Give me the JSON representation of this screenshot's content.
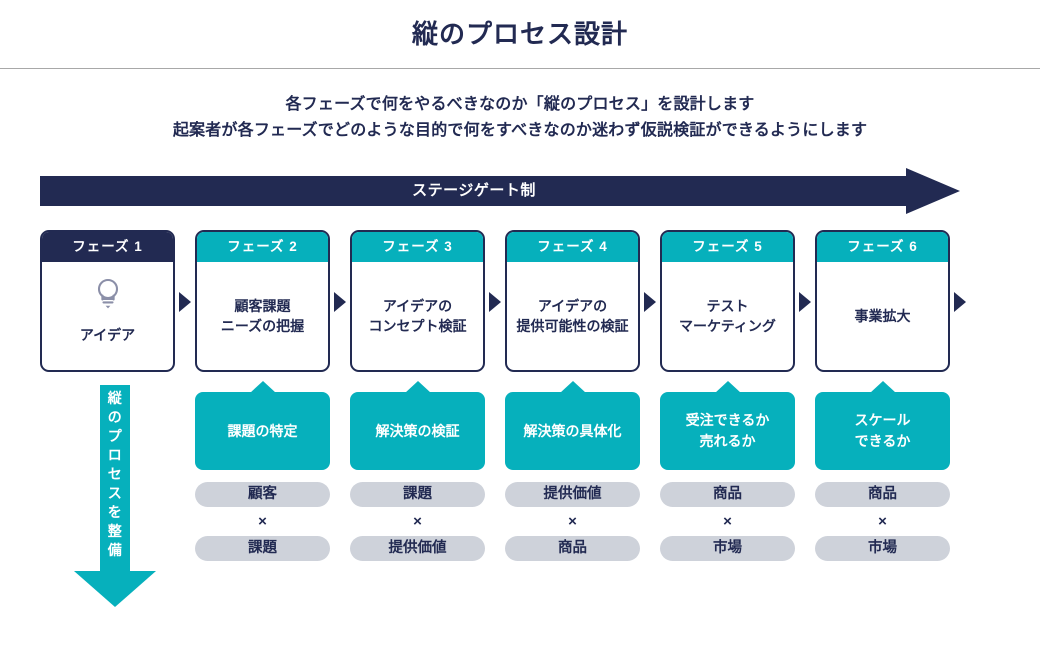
{
  "header": {
    "title": "縦のプロセス設計",
    "subtitle_lines": [
      "各フェーズで何をやるべきなのか「縦のプロセス」を設計します",
      "起案者が各フェーズでどのような目的で何をすべきなのか迷わず仮説検証ができるようにします"
    ]
  },
  "stage_gate": {
    "label": "ステージゲート制"
  },
  "vertical_arrow": {
    "label": "縦のプロセスを整備"
  },
  "colors": {
    "navy": "#222a52",
    "teal": "#06b0bc",
    "pill_gray": "#ced2da",
    "rule_gray": "#a8a8a8",
    "bulb_gray": "#8b8fa8"
  },
  "times_symbol": "×",
  "phases": [
    {
      "header": "フェーズ 1",
      "header_color": "#222a52",
      "icon": "lightbulb-icon",
      "body_lines": [
        "アイデア"
      ],
      "callout_lines": [],
      "pill_top": "",
      "pill_bottom": ""
    },
    {
      "header": "フェーズ 2",
      "header_color": "#06b0bc",
      "icon": "",
      "body_lines": [
        "顧客課題",
        "ニーズの把握"
      ],
      "callout_lines": [
        "課題の特定"
      ],
      "pill_top": "顧客",
      "pill_bottom": "課題"
    },
    {
      "header": "フェーズ 3",
      "header_color": "#06b0bc",
      "icon": "",
      "body_lines": [
        "アイデアの",
        "コンセプト検証"
      ],
      "callout_lines": [
        "解決策の検証"
      ],
      "pill_top": "課題",
      "pill_bottom": "提供価値"
    },
    {
      "header": "フェーズ 4",
      "header_color": "#06b0bc",
      "icon": "",
      "body_lines": [
        "アイデアの",
        "提供可能性の検証"
      ],
      "callout_lines": [
        "解決策の具体化"
      ],
      "pill_top": "提供価値",
      "pill_bottom": "商品"
    },
    {
      "header": "フェーズ 5",
      "header_color": "#06b0bc",
      "icon": "",
      "body_lines": [
        "テスト",
        "マーケティング"
      ],
      "callout_lines": [
        "受注できるか",
        "売れるか"
      ],
      "pill_top": "商品",
      "pill_bottom": "市場"
    },
    {
      "header": "フェーズ 6",
      "header_color": "#06b0bc",
      "icon": "",
      "body_lines": [
        "事業拡大"
      ],
      "callout_lines": [
        "スケール",
        "できるか"
      ],
      "pill_top": "商品",
      "pill_bottom": "市場"
    }
  ]
}
